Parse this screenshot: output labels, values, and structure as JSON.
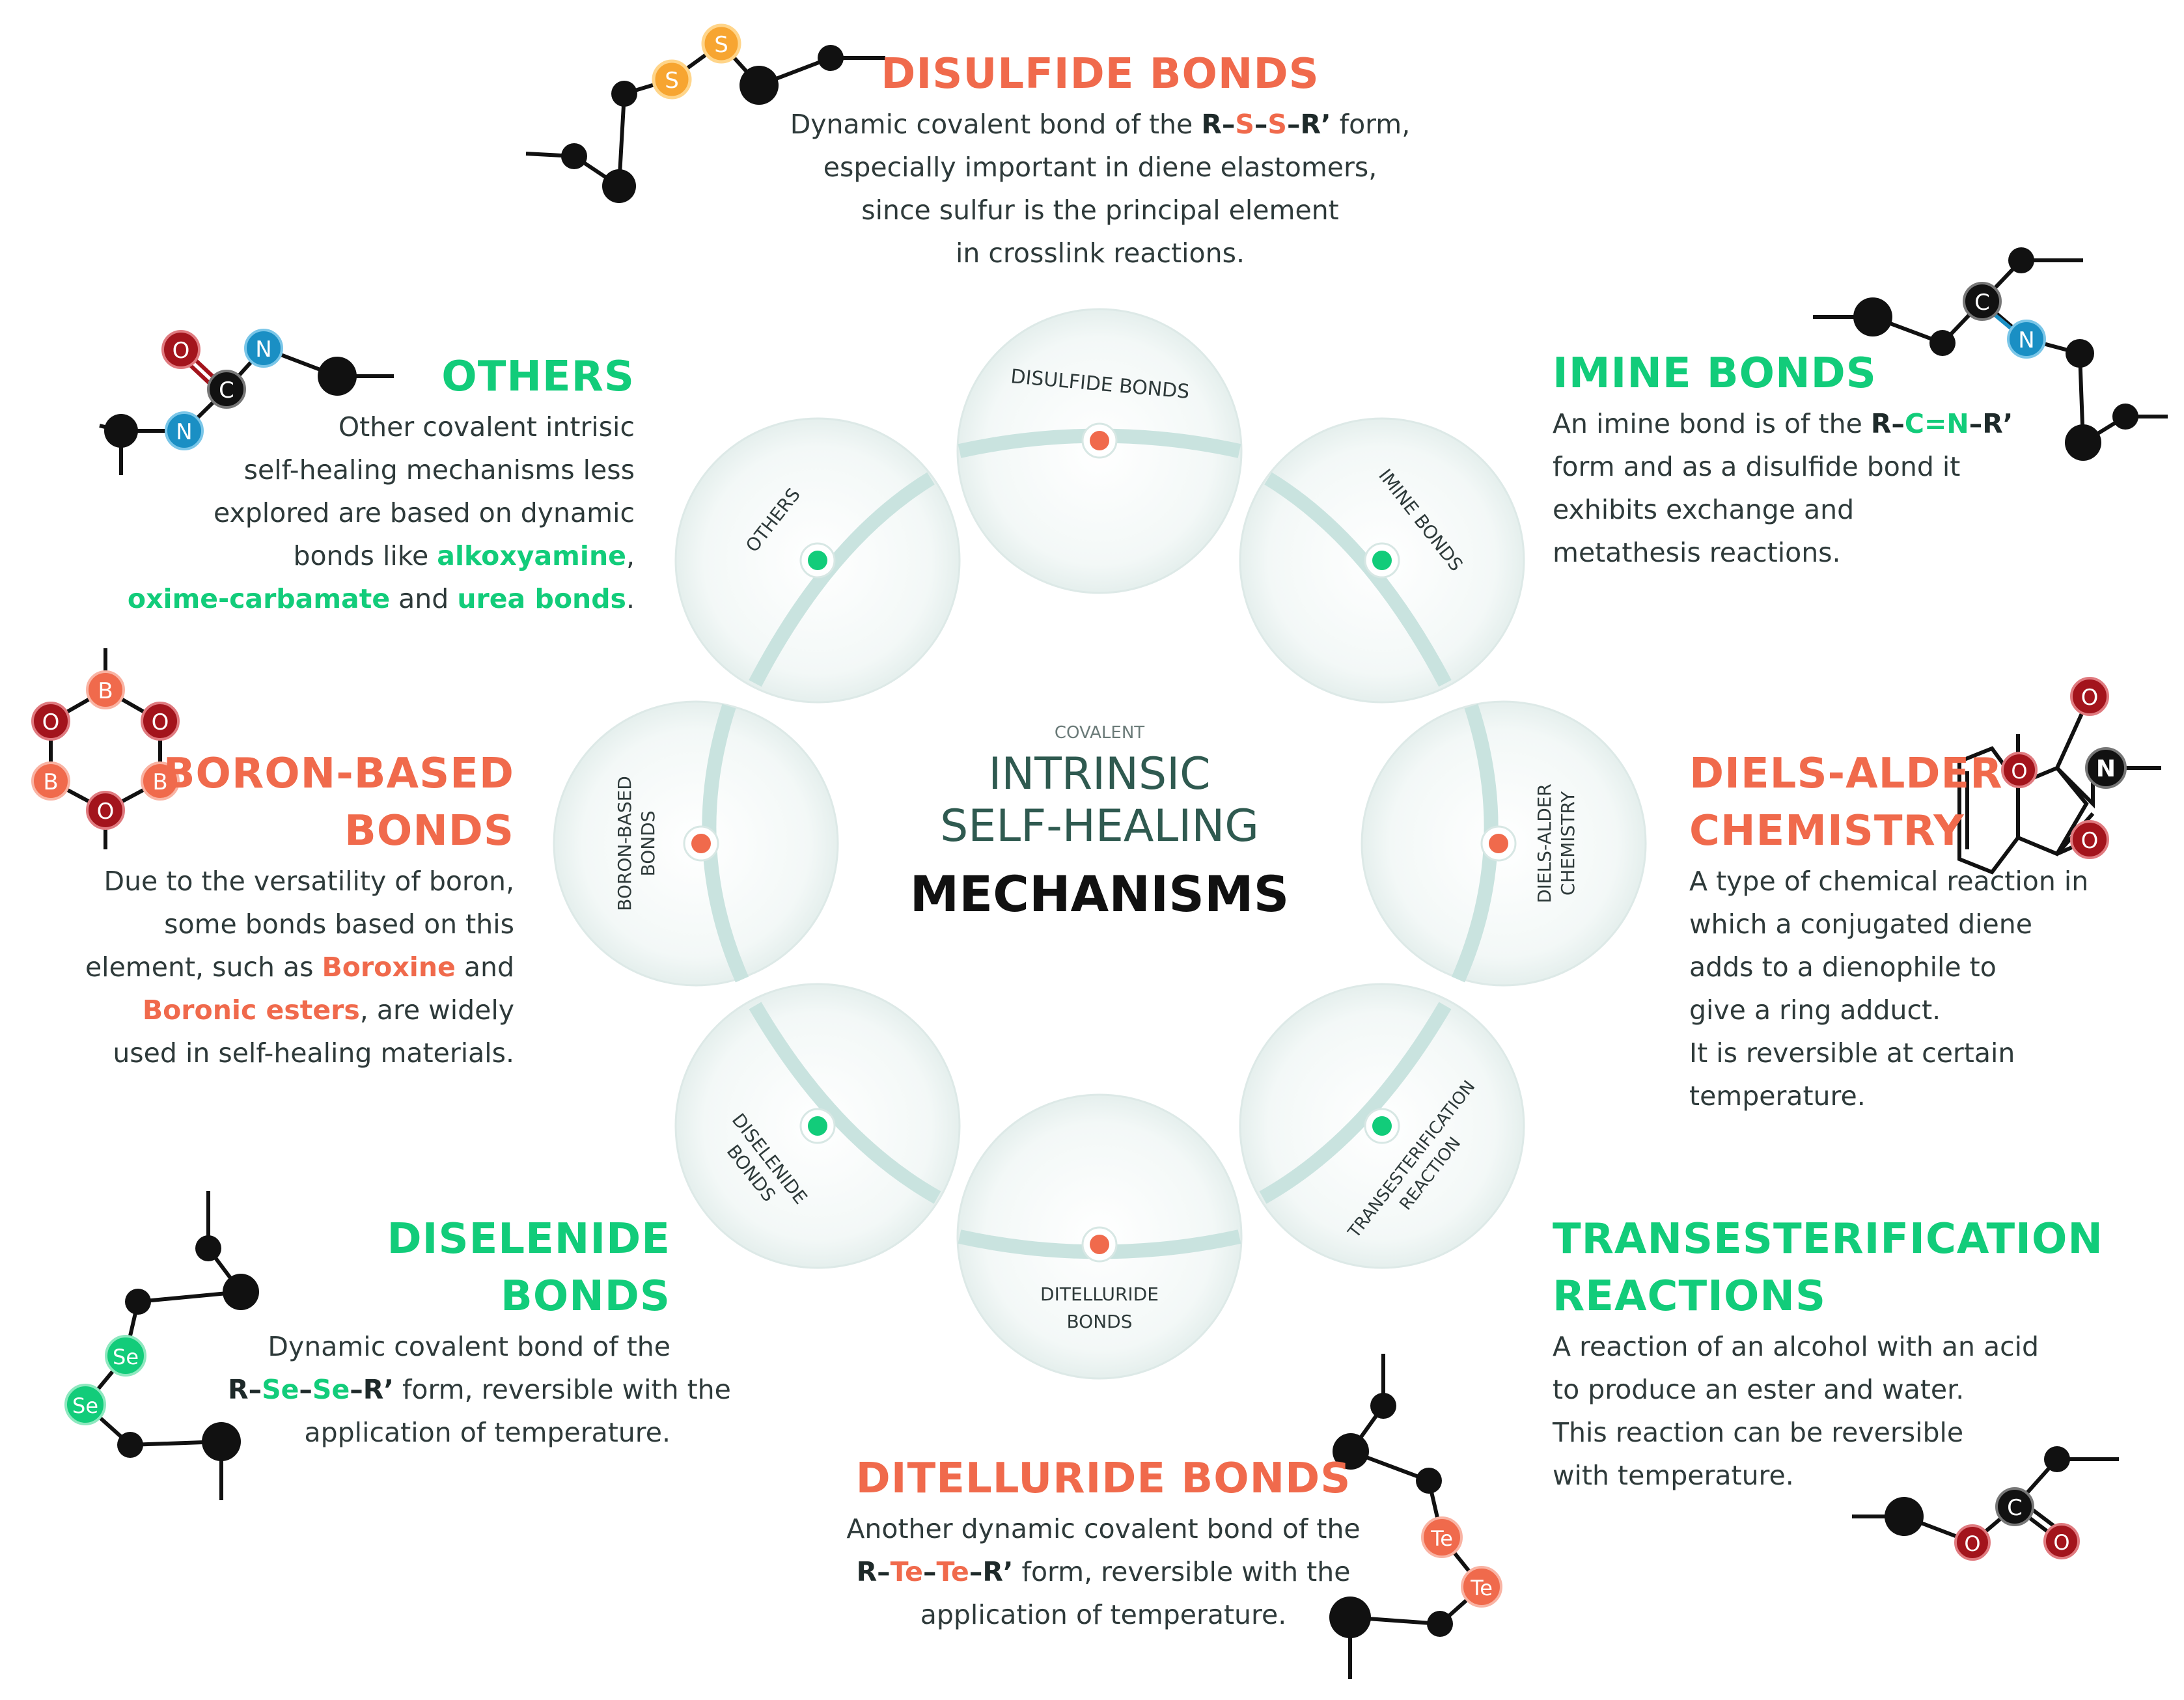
{
  "center": {
    "small": "COVALENT",
    "line1": "INTRINSIC",
    "line2": "SELF-HEALING",
    "line3": "MECHANISMS"
  },
  "circles": {
    "disulfide": "DISULFIDE BONDS",
    "imine": "IMINE BONDS",
    "diels_1": "DIELS-ALDER",
    "diels_2": "CHEMISTRY",
    "trans_1": "TRANSESTERIFICATION",
    "trans_2": "REACTION",
    "ditelluride_1": "DITELLURIDE",
    "ditelluride_2": "BONDS",
    "diselenide_1": "DISELENIDE",
    "diselenide_2": "BONDS",
    "boron_1": "BORON-BASED",
    "boron_2": "BONDS",
    "others": "OTHERS"
  },
  "disulfide": {
    "title": "DISULFIDE BONDS",
    "l1a": "Dynamic covalent bond of the ",
    "l1_r": "R",
    "l1_d1": "–",
    "l1_s1": "S",
    "l1_d2": "–",
    "l1_s2": "S",
    "l1_d3": "–",
    "l1_r2": "R’",
    "l1b": " form,",
    "l2": "especially important in diene elastomers,",
    "l3": "since sulfur is the principal element",
    "l4": "in crosslink reactions."
  },
  "imine": {
    "title": "IMINE BONDS",
    "l1a": "An imine bond is of the ",
    "l1_r": "R",
    "l1_d1": "–",
    "l1_cn": "C=N",
    "l1_d2": "–",
    "l1_r2": "R’",
    "l2": "form and as a disulfide bond it",
    "l3": "exhibits exchange and",
    "l4": "metathesis reactions."
  },
  "others": {
    "title": "OTHERS",
    "l1": "Other covalent intrisic",
    "l2": "self-healing mechanisms less",
    "l3": "explored are based on dynamic",
    "l4a": "bonds like ",
    "l4g": "alkoxyamine",
    "l4b": ",",
    "l5g1": "oxime-carbamate",
    "l5a": " and ",
    "l5g2": "urea bonds",
    "l5b": "."
  },
  "boron": {
    "title1": "BORON-BASED",
    "title2": "BONDS",
    "l1": "Due to the versatility of boron,",
    "l2": "some bonds based on this",
    "l3a": "element, such as ",
    "l3o": "Boroxine",
    "l3b": " and",
    "l4o": "Boronic esters",
    "l4b": ", are widely",
    "l5": "used in self-healing materials."
  },
  "diels": {
    "title1": "DIELS-ALDER",
    "title2": "CHEMISTRY",
    "l1": "A type of chemical reaction in",
    "l2": "which a conjugated diene",
    "l3": "adds to a dienophile to",
    "l4": "give a ring adduct.",
    "l5": "It is reversible at certain",
    "l6": "temperature."
  },
  "diselenide": {
    "title1": "DISELENIDE",
    "title2": "BONDS",
    "l1": "Dynamic covalent bond of the",
    "l2_r": "R",
    "l2_d1": "–",
    "l2_se1": "Se",
    "l2_d2": "–",
    "l2_se2": "Se",
    "l2_d3": "–",
    "l2_r2": "R’",
    "l2b": " form, reversible with the",
    "l3": "application of temperature."
  },
  "trans": {
    "title1": "TRANSESTERIFICATION",
    "title2": "REACTIONS",
    "l1": "A reaction of an alcohol with an acid",
    "l2": "to produce an ester and water.",
    "l3": "This reaction can be reversible",
    "l4": "with temperature."
  },
  "ditelluride": {
    "title": "DITELLURIDE BONDS",
    "l1": "Another dynamic covalent bond of the",
    "l2_r": "R",
    "l2_d1": "–",
    "l2_te1": "Te",
    "l2_d2": "–",
    "l2_te2": "Te",
    "l2_d3": "–",
    "l2_r2": "R’",
    "l2b": " form, reversible with the",
    "l3": "application of temperature."
  },
  "atoms": {
    "S": "S",
    "O": "O",
    "N": "N",
    "C": "C",
    "B": "B",
    "Se": "Se",
    "Te": "Te"
  },
  "colors": {
    "orange": "#f06a4c",
    "green": "#12cc7a",
    "teal_ring": "#c9e3df",
    "dark_red": "#a3141c",
    "blue": "#1a8fc4",
    "sulfur": "#f7a531",
    "black": "#111111"
  }
}
